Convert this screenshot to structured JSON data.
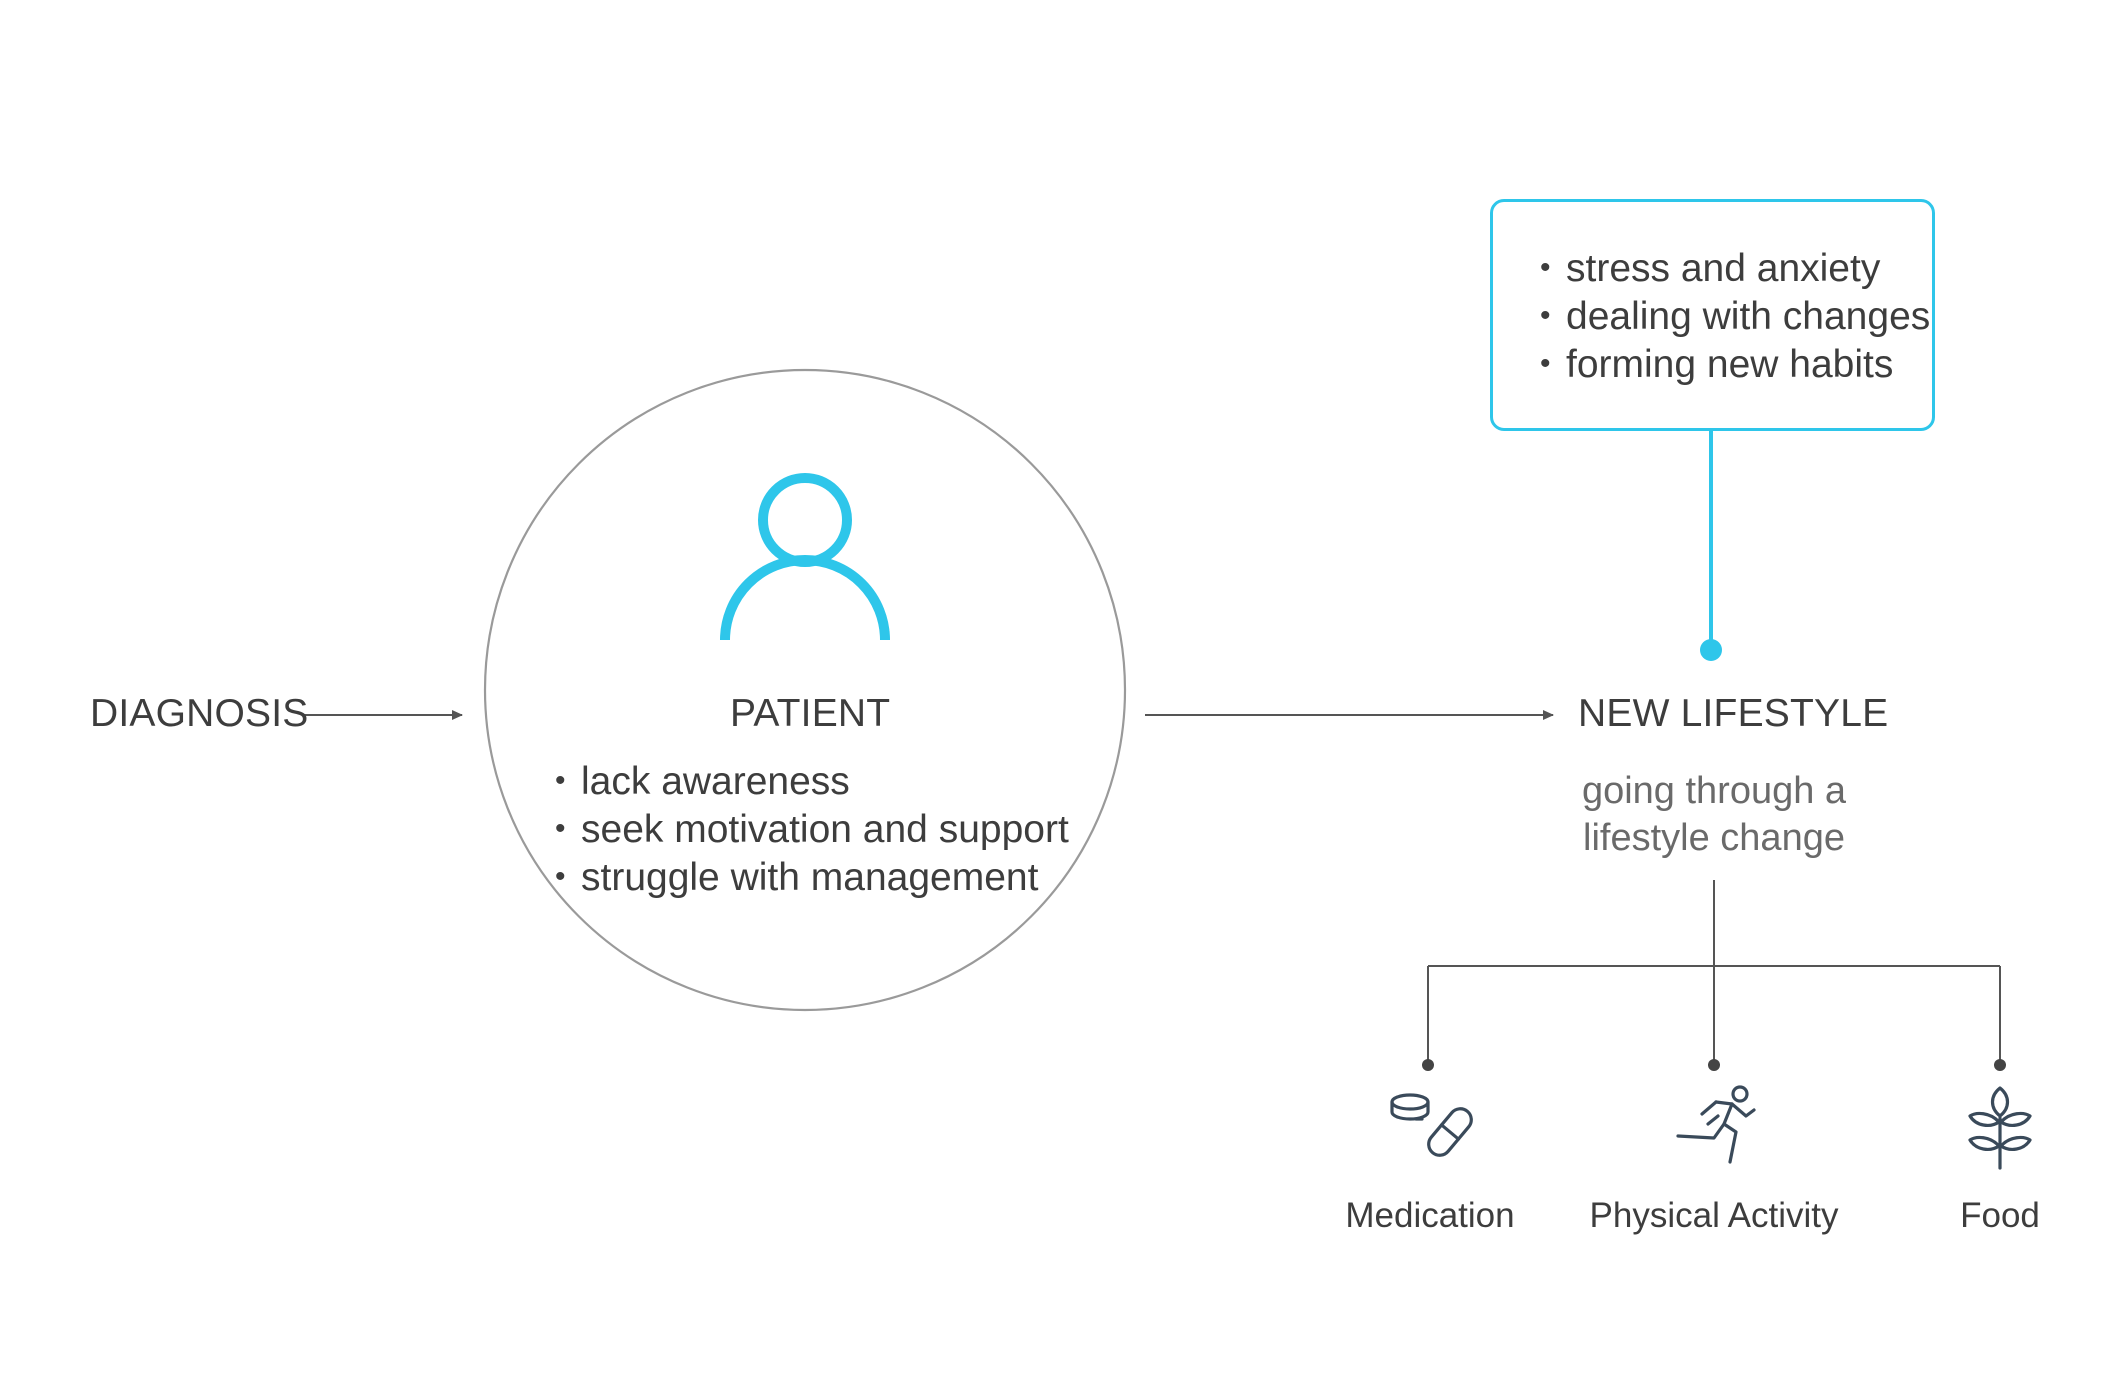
{
  "stages": {
    "diagnosis": "DIAGNOSIS",
    "patient": "PATIENT",
    "new_lifestyle": "NEW LIFESTYLE"
  },
  "patient_traits": [
    "lack awareness",
    "seek motivation and support",
    "struggle with management"
  ],
  "lifestyle_challenges": [
    "stress and anxiety",
    "dealing with changes",
    "forming new habits"
  ],
  "lifestyle_subtitle": {
    "line1": "going through a",
    "line2": "lifestyle change"
  },
  "categories": [
    {
      "label": "Medication",
      "icon": "pill-icon"
    },
    {
      "label": "Physical Activity",
      "icon": "running-person-icon"
    },
    {
      "label": "Food",
      "icon": "grain-icon"
    }
  ],
  "colors": {
    "accent": "#2ec6ea",
    "text": "#3d3d3d",
    "line": "#555555",
    "circle": "#9a9a9a"
  }
}
